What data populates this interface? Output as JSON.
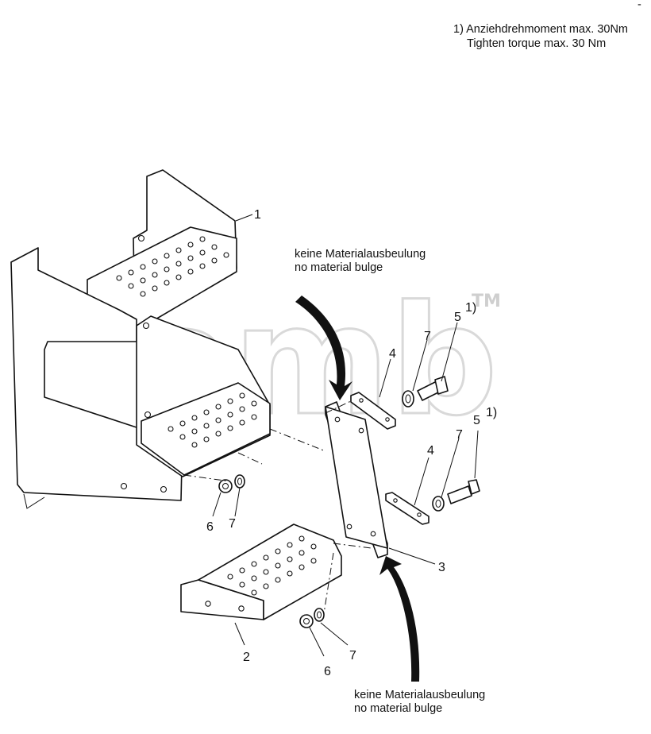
{
  "note": {
    "line1": "1) Anziehdrehmoment max. 30Nm",
    "line2": "Tighten torque max. 30 Nm"
  },
  "watermark": {
    "text": "amb",
    "tm": "TM"
  },
  "callouts": {
    "top": {
      "de": "keine Materialausbeulung",
      "en": "no material bulge"
    },
    "bottom": {
      "de": "keine Materialausbeulung",
      "en": "no material bulge"
    }
  },
  "parts": {
    "p1": "1",
    "p2": "2",
    "p3": "3",
    "p4a": "4",
    "p4b": "4",
    "p5a": "5",
    "p5a_sup": "1)",
    "p5b": "5",
    "p5b_sup": "1)",
    "p6a": "6",
    "p6b": "6",
    "p7a": "7",
    "p7b": "7",
    "p7c": "7",
    "p7d": "7"
  },
  "corner_mark": "-"
}
